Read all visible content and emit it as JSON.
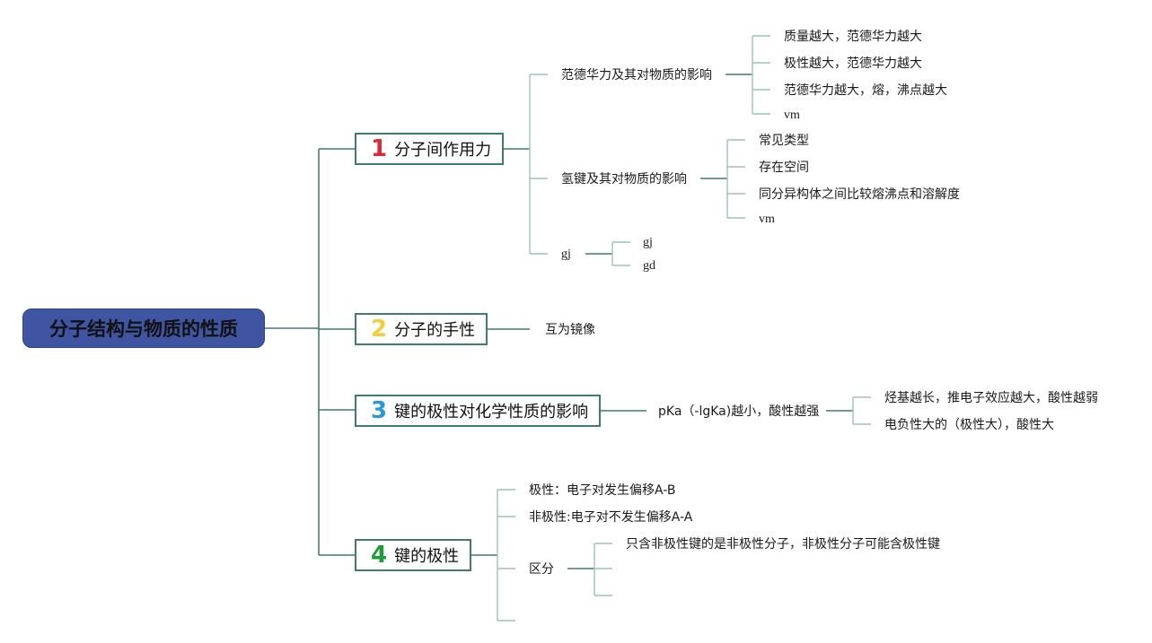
{
  "root": {
    "label": "分子结构与物质的性质"
  },
  "branches": [
    {
      "num": "1",
      "label": "分子间作用力",
      "color": "#d92b3a",
      "children": [
        {
          "label": "范德华力及其对物质的影响",
          "children": [
            "质量越大，范德华力越大",
            "极性越大，范德华力越大",
            "范德华力越大，熔，沸点越大",
            "vm"
          ]
        },
        {
          "label": "氢键及其对物质的影响",
          "children": [
            "常见类型",
            "存在空间",
            "同分异构体之间比较熔沸点和溶解度",
            "vm"
          ]
        },
        {
          "label": "gj",
          "children": [
            "gj",
            "gd"
          ]
        }
      ]
    },
    {
      "num": "2",
      "label": "分子的手性",
      "color": "#f2cd3c",
      "children": [
        {
          "label": "互为镜像"
        }
      ]
    },
    {
      "num": "3",
      "label": "键的极性对化学性质的影响",
      "color": "#2a9ad6",
      "children": [
        {
          "label": "pKa（-lgKa)越小，酸性越强",
          "children": [
            "烃基越长，推电子效应越大，酸性越弱",
            "电负性大的（极性大），酸性大"
          ]
        }
      ]
    },
    {
      "num": "4",
      "label": "键的极性",
      "color": "#1f9a3a",
      "children": [
        {
          "label": "极性：电子对发生偏移A-B"
        },
        {
          "label": "非极性:电子对不发生偏移A-A"
        },
        {
          "label": "区分",
          "children": [
            "只含非极性键的是非极性分子，非极性分子可能含极性键",
            "",
            ""
          ]
        },
        {
          "label": ""
        }
      ]
    }
  ],
  "colors": {
    "root_fill": "#3f55a2",
    "line": "#3f7c6f",
    "line_light": "#9cc4b8"
  }
}
